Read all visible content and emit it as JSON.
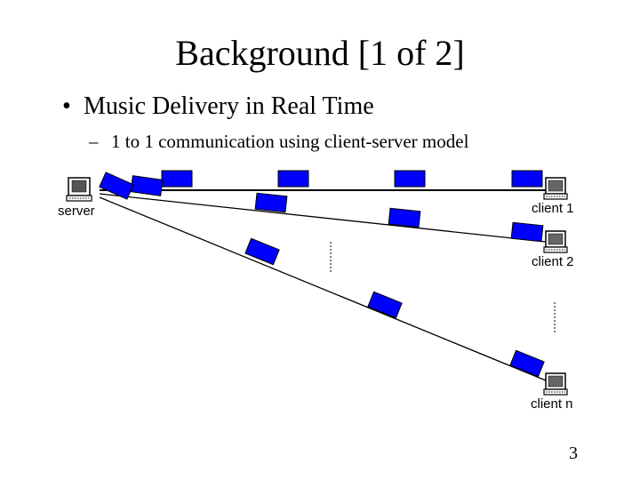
{
  "slide": {
    "title": "Background [1 of 2]",
    "bullet": "Music Delivery in Real Time",
    "sub_bullet": "1 to 1 communication using client-server model",
    "page_number": "3"
  },
  "diagram": {
    "server_label": "server",
    "client_labels": [
      "client 1",
      "client 2",
      "client n"
    ],
    "packet_color": "#0000ff",
    "icon_names": [
      "server-computer-icon",
      "client-computer-icon"
    ]
  }
}
